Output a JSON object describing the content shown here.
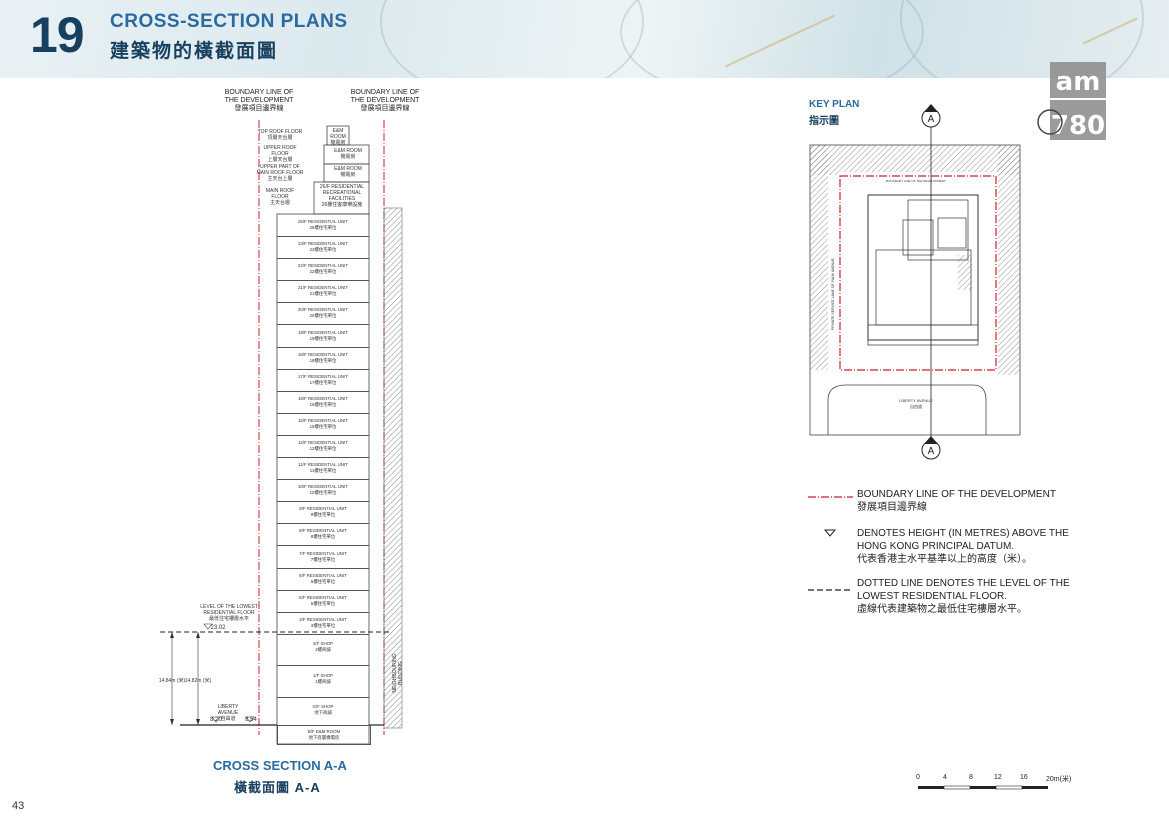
{
  "header": {
    "section_number": "19",
    "title_en": "CROSS-SECTION PLANS",
    "title_zh": "建築物的橫截面圖"
  },
  "page_number": "43",
  "section": {
    "boundary_left_en": "BOUNDARY LINE OF THE DEVELOPMENT",
    "boundary_left_zh": "發展項目邊界線",
    "boundary_right_en": "BOUNDARY LINE OF THE DEVELOPMENT",
    "boundary_right_zh": "發展項目邊界線",
    "top_roof_en": "TOP ROOF FLOOR",
    "top_roof_zh": "頂層天台層",
    "upper_roof_en": "UPPER ROOF FLOOR",
    "upper_roof_zh": "上層天台層",
    "upper_main_roof_en": "UPPER PART OF MAIN ROOF FLOOR",
    "upper_main_roof_zh": "主天台上層",
    "main_roof_en": "MAIN ROOF FLOOR",
    "main_roof_zh": "主天台層",
    "em_room_top_en": "E&M ROOM",
    "em_room_top_zh": "機電房",
    "em_room_2_en": "E&M ROOM",
    "em_room_2_zh": "機電房",
    "em_room_3_en": "E&M ROOM",
    "em_room_3_zh": "機電房",
    "rec_en": "26/F RESIDENTIAL RECREATIONAL FACILITIES",
    "rec_zh": "26樓住客康樂設施",
    "floors": [
      {
        "en": "25/F RESIDENTIAL UNIT",
        "zh": "25樓住宅單位"
      },
      {
        "en": "23/F RESIDENTIAL UNIT",
        "zh": "23樓住宅單位"
      },
      {
        "en": "22/F RESIDENTIAL UNIT",
        "zh": "22樓住宅單位"
      },
      {
        "en": "21/F RESIDENTIAL UNIT",
        "zh": "21樓住宅單位"
      },
      {
        "en": "20/F RESIDENTIAL UNIT",
        "zh": "20樓住宅單位"
      },
      {
        "en": "19/F RESIDENTIAL UNIT",
        "zh": "19樓住宅單位"
      },
      {
        "en": "18/F RESIDENTIAL UNIT",
        "zh": "18樓住宅單位"
      },
      {
        "en": "17/F RESIDENTIAL UNIT",
        "zh": "17樓住宅單位"
      },
      {
        "en": "16/F RESIDENTIAL UNIT",
        "zh": "16樓住宅單位"
      },
      {
        "en": "15/F RESIDENTIAL UNIT",
        "zh": "15樓住宅單位"
      },
      {
        "en": "12/F RESIDENTIAL UNIT",
        "zh": "12樓住宅單位"
      },
      {
        "en": "11/F RESIDENTIAL UNIT",
        "zh": "11樓住宅單位"
      },
      {
        "en": "10/F RESIDENTIAL UNIT",
        "zh": "10樓住宅單位"
      },
      {
        "en": "9/F RESIDENTIAL UNIT",
        "zh": "9樓住宅單位"
      },
      {
        "en": "8/F RESIDENTIAL UNIT",
        "zh": "8樓住宅單位"
      },
      {
        "en": "7/F RESIDENTIAL UNIT",
        "zh": "7樓住宅單位"
      },
      {
        "en": "6/F RESIDENTIAL UNIT",
        "zh": "6樓住宅單位"
      },
      {
        "en": "5/F RESIDENTIAL UNIT",
        "zh": "5樓住宅單位"
      },
      {
        "en": "3/F RESIDENTIAL UNIT",
        "zh": "3樓住宅單位"
      }
    ],
    "shop2_en": "2/F SHOP",
    "shop2_zh": "2樓商舖",
    "shop1_en": "1/F SHOP",
    "shop1_zh": "1樓商舖",
    "shopg_en": "G/F SHOP",
    "shopg_zh": "地下商舖",
    "bf_en": "B/F E&M ROOM",
    "bf_zh": "地下底層機電房",
    "lowest_en": "LEVEL OF THE LOWEST RESIDENTIAL FLOOR",
    "lowest_zh": "最低住宅樓層水平",
    "lowest_level": "23.02",
    "liberty_en": "LIBERTY AVENUE",
    "liberty_zh": "自由道",
    "level_820": "8.20",
    "level_854": "8.54",
    "dim_1484": "14.84m (米)",
    "dim_1482": "14.82m (米)",
    "adjacent_bldg": "NEIGHBOURING BUILDING",
    "caption_en": "CROSS SECTION A-A",
    "caption_zh": "橫截面圖 A-A"
  },
  "key_plan": {
    "title_en": "KEY PLAN",
    "title_zh": "指示圖",
    "marker": "A",
    "liberty_en": "LIBERTY AVENUE",
    "liberty_zh": "自由道",
    "side_street": "PRIVATE SERVICE LANE OF PALM AVENUE",
    "top_note": "BOUNDARY LINE OF THE DEVELOPMENT"
  },
  "legend": {
    "boundary_en": "BOUNDARY LINE OF THE DEVELOPMENT",
    "boundary_zh": "發展項目邊界線",
    "height_en_1": "DENOTES HEIGHT (IN METRES) ABOVE THE",
    "height_en_2": "HONG KONG PRINCIPAL DATUM.",
    "height_zh": "代表香港主水平基準以上的高度（米）。",
    "dotted_en_1": "DOTTED LINE DENOTES THE LEVEL OF THE",
    "dotted_en_2": "LOWEST RESIDENTIAL FLOOR.",
    "dotted_zh": "虛線代表建築物之最低住宅樓層水平。"
  },
  "scale": {
    "ticks": [
      "0",
      "4",
      "8",
      "12",
      "16",
      "20m(米)"
    ]
  },
  "logo_text_1": "am",
  "logo_text_2": "780",
  "colors": {
    "title_dark": "#173f5f",
    "title_blue": "#2a6aa0",
    "boundary_red": "#cc1f2f"
  }
}
